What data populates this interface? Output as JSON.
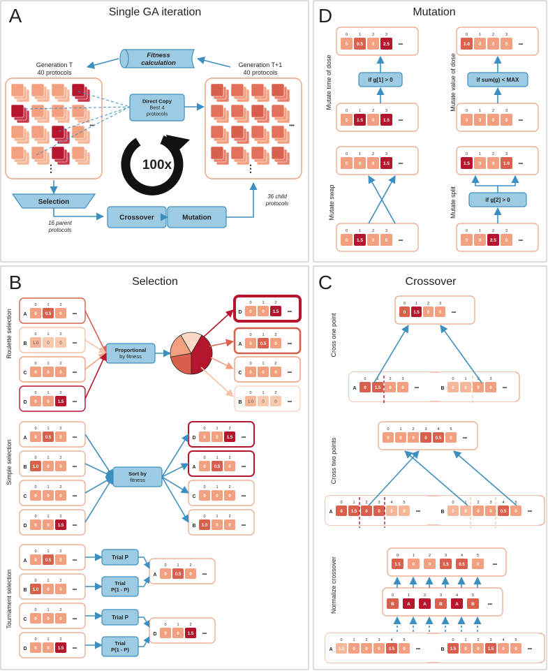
{
  "panelA": {
    "letter": "A",
    "title": "Single GA iteration",
    "gen_t": [
      "Generation T",
      "40 protocols"
    ],
    "gen_t1": [
      "Generation T+1",
      "40 protocols"
    ],
    "fitness": [
      "Fitness",
      "calculation"
    ],
    "direct_copy": [
      "Direct Copy",
      "Best 4",
      "protocols"
    ],
    "loop_label": "100x",
    "selection": "Selection",
    "crossover": "Crossover",
    "mutation": "Mutation",
    "parents": [
      "16 parent",
      "protocols"
    ],
    "children": [
      "36 child",
      "protocols"
    ],
    "ellipsis": "•••",
    "vdots": "⋮"
  },
  "panelB": {
    "letter": "B",
    "title": "Selection",
    "roulette_label": "Roulette selection",
    "simple_label": "Simple selection",
    "tournament_label": "Tournament selection",
    "proportional": [
      "Proportional",
      "by fitness"
    ],
    "sort": [
      "Sort by",
      "fitness"
    ],
    "trial_p": "Trial P",
    "trial_1p": [
      "Trial",
      "P(1 - P)"
    ],
    "roulette_in": [
      {
        "id": "A",
        "vals": [
          "0",
          "0.5",
          "0"
        ]
      },
      {
        "id": "B",
        "vals": [
          "1.0",
          "0",
          "0"
        ]
      },
      {
        "id": "C",
        "vals": [
          "0",
          "0",
          "0"
        ]
      },
      {
        "id": "D",
        "vals": [
          "0",
          "0",
          "1.5"
        ]
      }
    ],
    "roulette_out": [
      {
        "id": "D",
        "vals": [
          "0",
          "0",
          "1.5"
        ]
      },
      {
        "id": "A",
        "vals": [
          "0",
          "0.5",
          "0"
        ]
      },
      {
        "id": "C",
        "vals": [
          "0",
          "0",
          "0"
        ]
      },
      {
        "id": "B",
        "vals": [
          "1.0",
          "0",
          "0"
        ]
      }
    ],
    "simple_in": [
      {
        "id": "A",
        "vals": [
          "0",
          "0.5",
          "0"
        ]
      },
      {
        "id": "B",
        "vals": [
          "1.0",
          "0",
          "0"
        ]
      },
      {
        "id": "C",
        "vals": [
          "0",
          "0",
          "0"
        ]
      },
      {
        "id": "D",
        "vals": [
          "0",
          "0",
          "1.5"
        ]
      }
    ],
    "simple_out": [
      {
        "id": "D",
        "vals": [
          "0",
          "0",
          "1.5"
        ]
      },
      {
        "id": "A",
        "vals": [
          "0",
          "0.5",
          "0"
        ]
      },
      {
        "id": "C",
        "vals": [
          "0",
          "0",
          "0"
        ]
      },
      {
        "id": "B",
        "vals": [
          "1.0",
          "0",
          "0"
        ]
      }
    ],
    "tourn_in": [
      {
        "id": "A",
        "vals": [
          "0",
          "0.5",
          "0"
        ]
      },
      {
        "id": "B",
        "vals": [
          "1.0",
          "0",
          "0"
        ]
      },
      {
        "id": "C",
        "vals": [
          "0",
          "0",
          "0"
        ]
      },
      {
        "id": "D",
        "vals": [
          "0",
          "0",
          "1.5"
        ]
      }
    ],
    "tourn_out": [
      {
        "id": "A",
        "vals": [
          "0",
          "0.5",
          "0"
        ]
      },
      {
        "id": "D",
        "vals": [
          "0",
          "0",
          "1.5"
        ]
      }
    ],
    "indices3": [
      "0",
      "1",
      "2"
    ]
  },
  "panelC": {
    "letter": "C",
    "title": "Crossover",
    "one_point_label": "Cross one point",
    "two_points_label": "Cross two points",
    "normalize_label": "Normalize crossover",
    "one_child": [
      "0",
      "1.5",
      "0",
      "0"
    ],
    "one_a": [
      "0",
      "1.5",
      "0",
      "0"
    ],
    "one_b": [
      "0",
      "0",
      "0",
      "0"
    ],
    "two_child": [
      "0",
      "0",
      "0",
      "0",
      "0.5",
      "0"
    ],
    "two_a": [
      "0",
      "1.5",
      "0",
      "0",
      "0",
      "0"
    ],
    "two_b": [
      "0",
      "0",
      "0",
      "0",
      "0.5",
      "0"
    ],
    "norm_child": [
      "1.5",
      "0",
      "0",
      "1.5",
      "0.5",
      "0"
    ],
    "norm_mask": [
      "B",
      "A",
      "A",
      "B",
      "A",
      "B"
    ],
    "norm_a": [
      "1.0",
      "0",
      "0",
      "0",
      "0.5",
      "0"
    ],
    "norm_b": [
      "1.5",
      "0",
      "0",
      "1.5",
      "0",
      "0"
    ],
    "indices4": [
      "0",
      "1",
      "2",
      "3"
    ],
    "indices6": [
      "0",
      "1",
      "2",
      "3",
      "4",
      "5"
    ]
  },
  "panelD": {
    "letter": "D",
    "title": "Mutation",
    "time_label": "Mutate time of dose",
    "value_label": "Mutate value of dose",
    "swap_label": "Mutate swap",
    "split_label": "Mutate split",
    "cond_time": "if g[1] > 0",
    "cond_value": "if sum(g) < MAX",
    "cond_split": "if g[2] > 0",
    "time_out": [
      "0",
      "0.5",
      "0",
      "2.5"
    ],
    "time_in": [
      "0",
      "1.5",
      "0",
      "1.5"
    ],
    "value_out": [
      "1.0",
      "0",
      "0",
      "0"
    ],
    "value_in": [
      "0",
      "0",
      "0",
      "0"
    ],
    "swap_out": [
      "0",
      "0",
      "0",
      "1.5"
    ],
    "swap_in": [
      "0",
      "1.5",
      "0",
      "0"
    ],
    "split_out": [
      "1.5",
      "0",
      "0",
      "1.0"
    ],
    "split_in": [
      "0",
      "0",
      "2.5",
      "0"
    ]
  },
  "colors": {
    "dark": "#b5162e",
    "mid": "#d9604c",
    "light": "#f2a07f",
    "pale": "#fbd9c6",
    "box_blue": "#9ccbe3",
    "arrow_blue": "#3d8fc0",
    "orange_border": "#eb9f80"
  }
}
